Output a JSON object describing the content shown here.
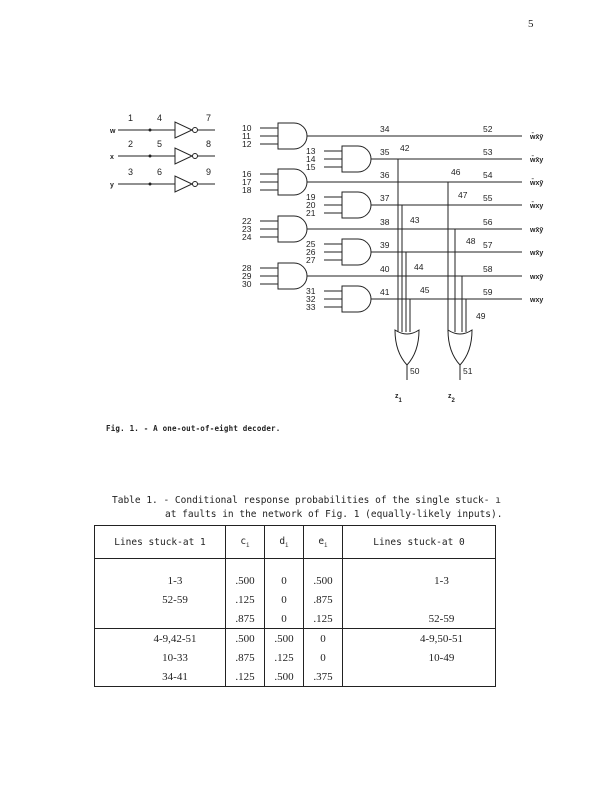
{
  "page_number": "5",
  "figure": {
    "inputs": [
      {
        "name": "w",
        "a": "1",
        "b": "4",
        "out": "7"
      },
      {
        "name": "x",
        "a": "2",
        "b": "5",
        "out": "8"
      },
      {
        "name": "y",
        "a": "3",
        "b": "6",
        "out": "9"
      }
    ],
    "and_gates": [
      {
        "inputs": [
          "10",
          "11",
          "12"
        ],
        "out": "34"
      },
      {
        "inputs": [
          "13",
          "14",
          "15"
        ],
        "out": "35"
      },
      {
        "inputs": [
          "16",
          "17",
          "18"
        ],
        "out": "36"
      },
      {
        "inputs": [
          "19",
          "20",
          "21"
        ],
        "out": "37"
      },
      {
        "inputs": [
          "22",
          "23",
          "24"
        ],
        "out": "38"
      },
      {
        "inputs": [
          "25",
          "26",
          "27"
        ],
        "out": "39"
      },
      {
        "inputs": [
          "28",
          "29",
          "30"
        ],
        "out": "40"
      },
      {
        "inputs": [
          "31",
          "32",
          "33"
        ],
        "out": "41"
      }
    ],
    "branch_labels": [
      "42",
      "43",
      "44",
      "45",
      "46",
      "47",
      "48",
      "49"
    ],
    "out_labels": [
      "52",
      "53",
      "54",
      "55",
      "56",
      "57",
      "58",
      "59"
    ],
    "terms": [
      "w̄x̄ȳ",
      "w̄x̄y",
      "w̄xȳ",
      "w̄xy",
      "wx̄ȳ",
      "wx̄y",
      "wxȳ",
      "wxy"
    ],
    "or_out": [
      "50",
      "51"
    ],
    "outputs": [
      "z",
      "z"
    ],
    "output_subs": [
      "1",
      "2"
    ],
    "caption": "Fig. 1. - A one-out-of-eight decoder."
  },
  "table": {
    "caption_line1": "Table 1. - Conditional response probabilities of the single stuck- ı",
    "caption_line2": "at faults in the network of Fig. 1 (equally-likely inputs).",
    "headers": {
      "col1": "Lines stuck-at 1",
      "c": "c",
      "c_sub": "i",
      "d": "d",
      "d_sub": "i",
      "e": "e",
      "e_sub": "i",
      "col5": "Lines stuck-at 0"
    },
    "rows": [
      {
        "s1": "1-3",
        "c": ".500",
        "d": "0",
        "e": ".500",
        "s0": "1-3"
      },
      {
        "s1": "52-59",
        "c": ".125",
        "d": "0",
        "e": ".875",
        "s0": ""
      },
      {
        "s1": "",
        "c": ".875",
        "d": "0",
        "e": ".125",
        "s0": "52-59"
      },
      {
        "s1": "4-9,42-51",
        "c": ".500",
        "d": ".500",
        "e": "0",
        "s0": "4-9,50-51"
      },
      {
        "s1": "10-33",
        "c": ".875",
        "d": ".125",
        "e": "0",
        "s0": "10-49"
      },
      {
        "s1": "34-41",
        "c": ".125",
        "d": ".500",
        "e": ".375",
        "s0": ""
      }
    ]
  }
}
